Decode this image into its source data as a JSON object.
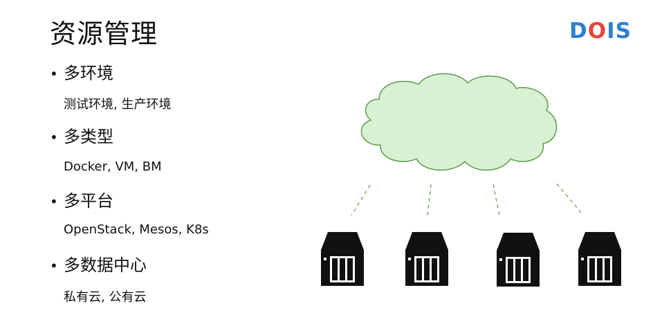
{
  "slide": {
    "title": "资源管理",
    "logo": {
      "part1": "D",
      "part2": "O",
      "part3": "IS"
    },
    "bullets": [
      {
        "heading": "多环境",
        "detail": "测试环境, 生产环境"
      },
      {
        "heading": "多类型",
        "detail": "Docker, VM, BM"
      },
      {
        "heading": "多平台",
        "detail": "OpenStack, Mesos, K8s"
      },
      {
        "heading": "多数据中心",
        "detail": "私有云, 公有云"
      }
    ],
    "colors": {
      "cloud_fill": "#d9f0d3",
      "cloud_stroke": "#5b9a4a",
      "server": "#111111",
      "logo_blue": "#2f7fcf",
      "logo_red": "#e4453c"
    }
  }
}
